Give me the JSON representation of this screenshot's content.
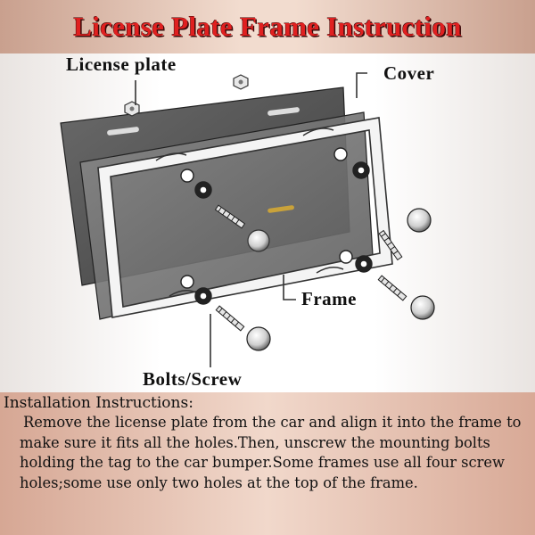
{
  "title": "License Plate Frame Instruction",
  "labels": {
    "license_plate": "License plate",
    "cover": "Cover",
    "frame": "Frame",
    "bolts": "Bolts/Screw"
  },
  "instructions": {
    "heading": "Installation Instructions:",
    "body": "Remove the license plate from the car and align it into the frame to make sure it fits all the holes.Then, unscrew the mounting bolts holding the tag to the car bumper.Some frames use all four screw holes;some use only two holes at the top of the frame."
  },
  "colors": {
    "title_text": "#e02020",
    "title_bar": "#f2dccf",
    "instructions_bg": "#e8c3b3",
    "plate": "#5a5a5a",
    "cover": "#6e6e6e"
  }
}
